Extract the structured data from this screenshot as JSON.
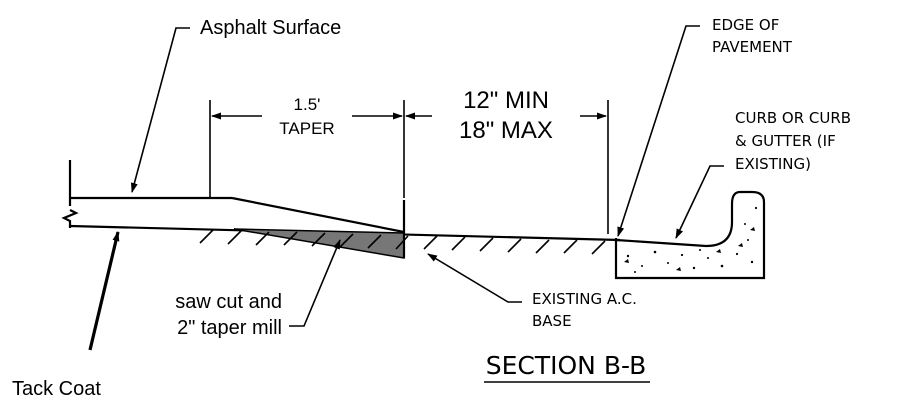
{
  "labels": {
    "asphalt_surface": "Asphalt Surface",
    "taper_dim": "1.5'",
    "taper_word": "TAPER",
    "min_dim": "12\" MIN",
    "max_dim": "18\" MAX",
    "edge_line1": "EDGE OF",
    "edge_line2": "PAVEMENT",
    "curb_line1": "CURB OR CURB",
    "curb_line2": "& GUTTER (IF",
    "curb_line3": "EXISTING)",
    "saw_line1": "saw cut and",
    "saw_line2": "2\" taper mill",
    "existing_line1": "EXISTING A.C.",
    "existing_line2": "BASE",
    "tack_coat": "Tack Coat",
    "section_title": "SECTION B-B"
  },
  "colors": {
    "ink": "#000000",
    "mill_fill": "#777777"
  }
}
